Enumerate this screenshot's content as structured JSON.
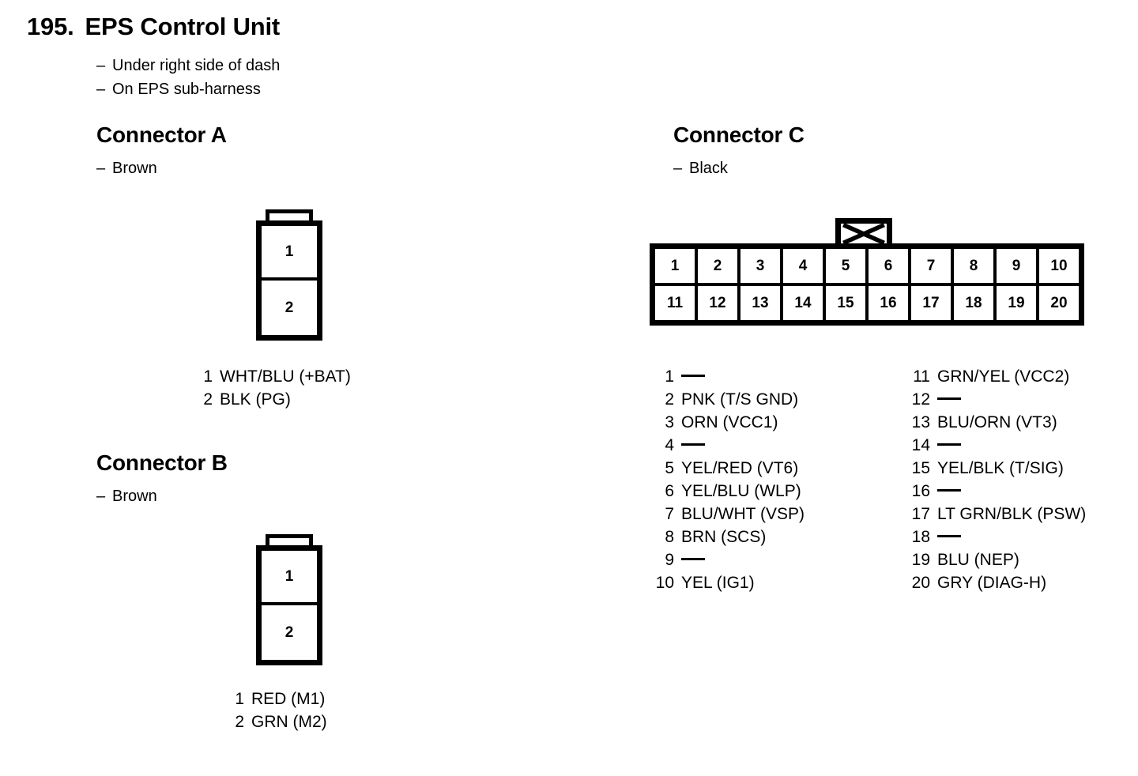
{
  "title": {
    "number": "195.",
    "name": "EPS Control Unit"
  },
  "notes": [
    "Under right side of dash",
    "On EPS sub-harness"
  ],
  "dash": "–",
  "connectors": [
    {
      "id": "a",
      "heading": "Connector A",
      "color": "Brown",
      "cells_top": "1",
      "cells_bottom": "2",
      "pins": [
        {
          "num": "1",
          "label": "WHT/BLU (+BAT)"
        },
        {
          "num": "2",
          "label": "BLK (PG)"
        }
      ]
    },
    {
      "id": "b",
      "heading": "Connector B",
      "color": "Brown",
      "cells_top": "1",
      "cells_bottom": "2",
      "pins": [
        {
          "num": "1",
          "label": "RED (M1)"
        },
        {
          "num": "2",
          "label": "GRN (M2)"
        }
      ]
    },
    {
      "id": "c",
      "heading": "Connector C",
      "color": "Black",
      "grid_top": [
        "1",
        "2",
        "3",
        "4",
        "5",
        "6",
        "7",
        "8",
        "9",
        "10"
      ],
      "grid_bottom": [
        "11",
        "12",
        "13",
        "14",
        "15",
        "16",
        "17",
        "18",
        "19",
        "20"
      ],
      "pins_left": [
        {
          "num": "1",
          "label": ""
        },
        {
          "num": "2",
          "label": "PNK (T/S GND)"
        },
        {
          "num": "3",
          "label": "ORN (VCC1)"
        },
        {
          "num": "4",
          "label": ""
        },
        {
          "num": "5",
          "label": "YEL/RED (VT6)"
        },
        {
          "num": "6",
          "label": "YEL/BLU (WLP)"
        },
        {
          "num": "7",
          "label": "BLU/WHT (VSP)"
        },
        {
          "num": "8",
          "label": "BRN (SCS)"
        },
        {
          "num": "9",
          "label": ""
        },
        {
          "num": "10",
          "label": "YEL (IG1)"
        }
      ],
      "pins_right": [
        {
          "num": "11",
          "label": "GRN/YEL (VCC2)"
        },
        {
          "num": "12",
          "label": ""
        },
        {
          "num": "13",
          "label": "BLU/ORN (VT3)"
        },
        {
          "num": "14",
          "label": ""
        },
        {
          "num": "15",
          "label": "YEL/BLK (T/SIG)"
        },
        {
          "num": "16",
          "label": ""
        },
        {
          "num": "17",
          "label": "LT GRN/BLK (PSW)"
        },
        {
          "num": "18",
          "label": ""
        },
        {
          "num": "19",
          "label": "BLU (NEP)"
        },
        {
          "num": "20",
          "label": "GRY (DIAG-H)"
        }
      ]
    }
  ],
  "colors": {
    "ink": "#000000",
    "paper": "#ffffff"
  }
}
